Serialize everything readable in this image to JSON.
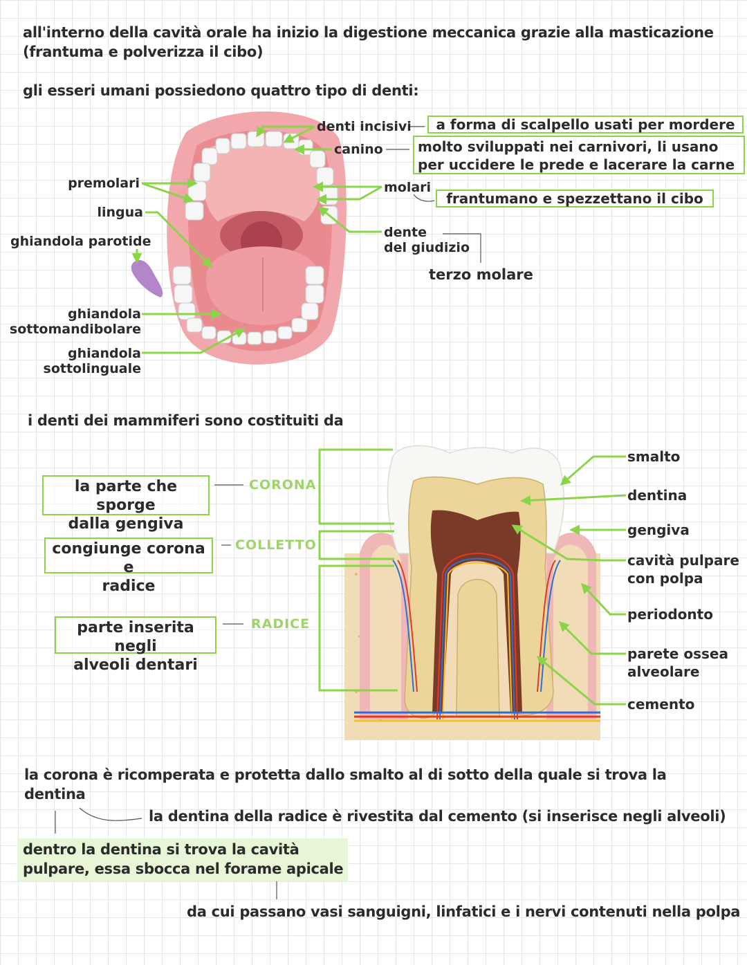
{
  "intro": {
    "line1": "all'interno della cavità orale ha inizio la digestione meccanica grazie alla masticazione",
    "line2": "(frantuma e polverizza il cibo)",
    "teeth_types": "gli esseri umani possiedono quattro tipo di denti:"
  },
  "mouth": {
    "labels": {
      "premolari": "premolari",
      "lingua": "lingua",
      "parotide": "ghiandola parotide",
      "sottomandibolare_1": "ghiandola",
      "sottomandibolare_2": "sottomandibolare",
      "sottolinguale_1": "ghiandola",
      "sottolinguale_2": "sottolinguale",
      "incisivi": "denti incisivi",
      "canino": "canino",
      "molari": "molari",
      "giudizio_1": "dente",
      "giudizio_2": "del giudizio",
      "terzo_molare": "terzo molare"
    },
    "notes": {
      "incisivi": "a forma di scalpello usati per mordere",
      "canino_1": "molto sviluppati nei carnivori, li usano",
      "canino_2": "per uccidere le prede e lacerare la carne",
      "molari": "frantumano e spezzettano il cibo"
    }
  },
  "tooth": {
    "intro": "i denti dei mammiferi sono costituiti da",
    "parts": [
      {
        "name": "CORONA",
        "desc_1": "la parte che sporge",
        "desc_2": "dalla gengiva"
      },
      {
        "name": "COLLETTO",
        "desc_1": "congiunge corona e",
        "desc_2": "radice"
      },
      {
        "name": "RADICE",
        "desc_1": "parte inserita negli",
        "desc_2": "alveoli dentari"
      }
    ],
    "labels": {
      "smalto": "smalto",
      "dentina": "dentina",
      "gengiva": "gengiva",
      "cavita_1": "cavità pulpare",
      "cavita_2": "con polpa",
      "periodonto": "periodonto",
      "parete_1": "parete ossea",
      "parete_2": "alveolare",
      "cemento": "cemento"
    }
  },
  "bottom": {
    "line1": "la corona è ricomperata e protetta dallo smalto al di sotto della quale si trova la",
    "line2": "dentina",
    "cemento_note": "la dentina della radice è rivestita dal cemento (si inserisce negli alveoli)",
    "pulpa_1": "dentro la dentina si trova la cavità",
    "pulpa_2": "pulpare, essa sbocca nel forame apicale",
    "vasi": "da cui passano vasi sanguigni, linfatici e i nervi contenuti nella polpa"
  },
  "colors": {
    "accent_green": "#8bd44a",
    "highlight": "#cdeeb0"
  }
}
